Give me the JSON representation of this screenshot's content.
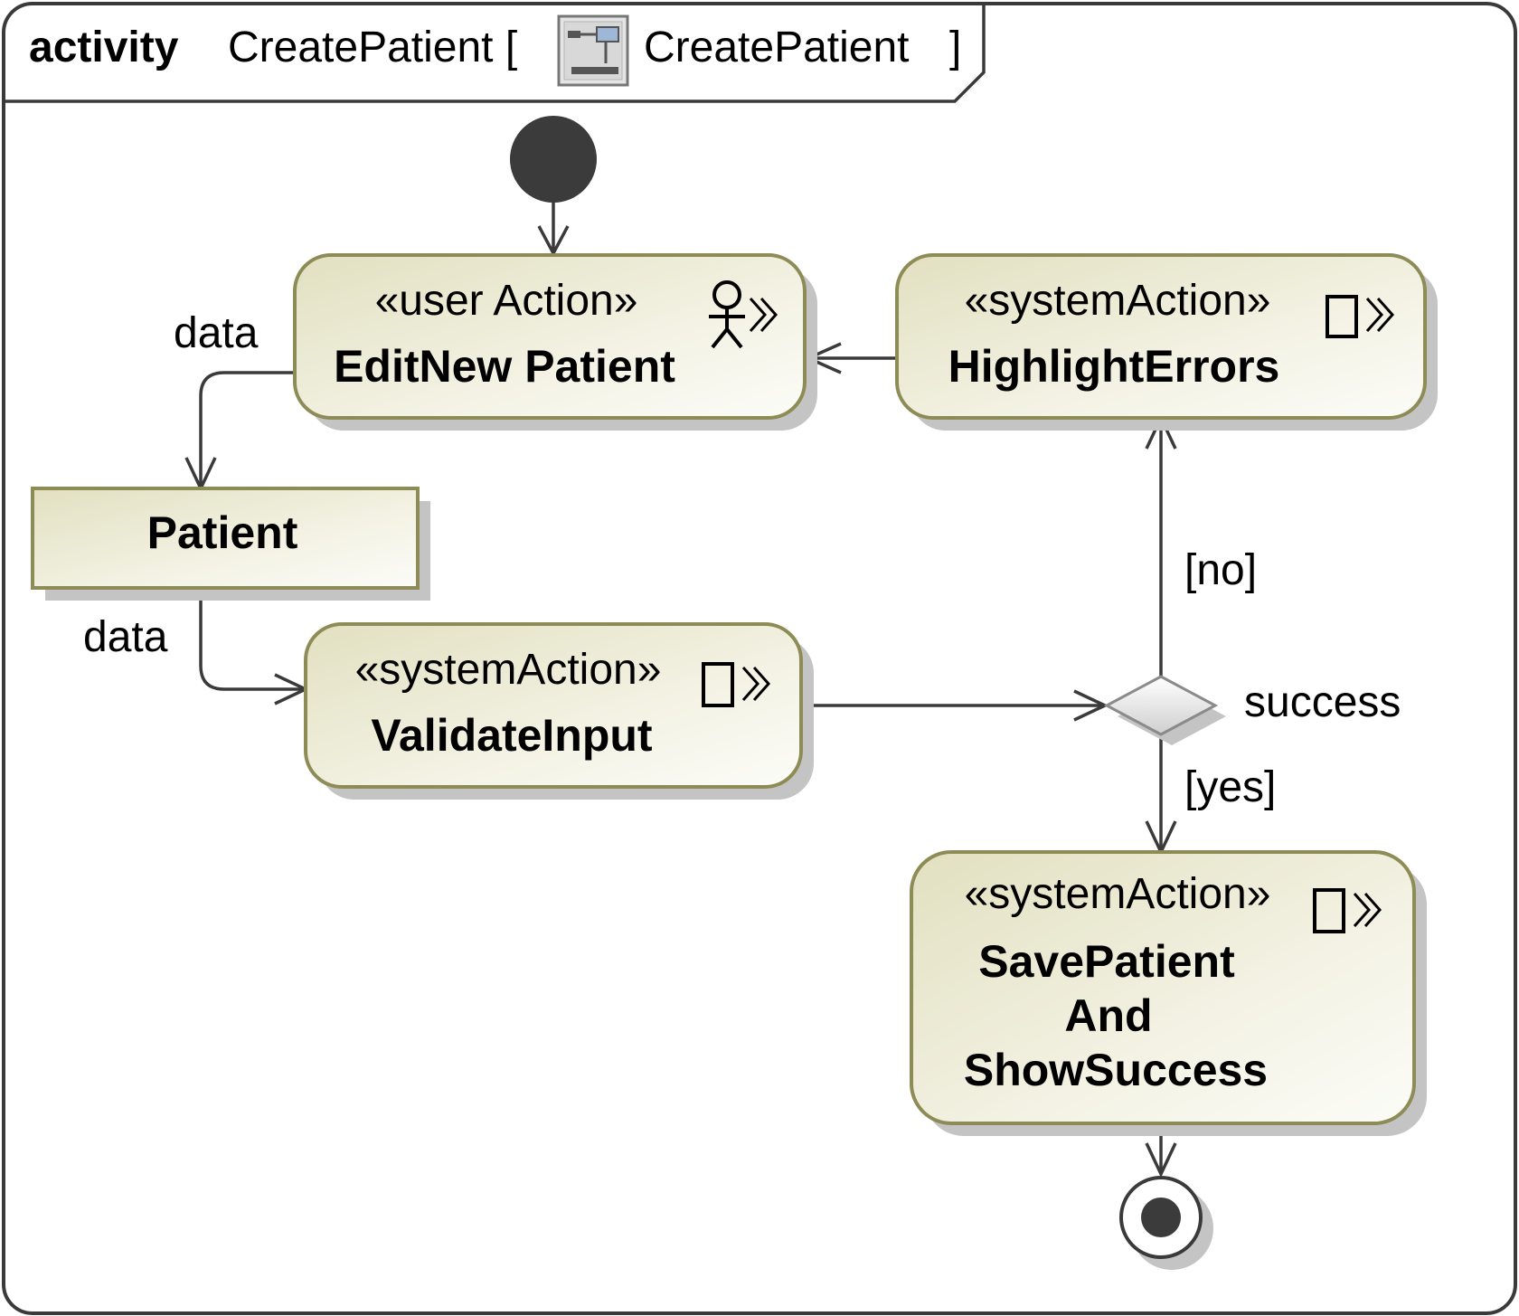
{
  "frame": {
    "keyword": "activity",
    "name": "CreatePatient [",
    "behavior_icon": "activity-diagram-icon",
    "behavior_name": "CreatePatient",
    "close_bracket": "]"
  },
  "actions": {
    "edit_new_patient": {
      "stereotype": "«user Action»",
      "name": "EditNew Patient",
      "icon": "actor-icon"
    },
    "highlight_errors": {
      "stereotype": "«systemAction»",
      "name": "HighlightErrors",
      "icon": "system-action-icon"
    },
    "validate_input": {
      "stereotype": "«systemAction»",
      "name": "ValidateInput",
      "icon": "system-action-icon"
    },
    "save_patient": {
      "stereotype": "«systemAction»",
      "name_lines": [
        "SavePatient",
        "And",
        "ShowSuccess"
      ],
      "icon": "system-action-icon"
    }
  },
  "object_node": {
    "name": "Patient"
  },
  "decision": {
    "label": "success"
  },
  "flows": {
    "edit_to_patient": "data",
    "patient_to_validate": "data",
    "guard_no": "[no]",
    "guard_yes": "[yes]"
  },
  "colors": {
    "node_fill_start": "#e2e0c0",
    "node_fill_end": "#fbfbf6",
    "node_border": "#8e8c56",
    "edge": "#3a3a3a",
    "initial_node": "#3b3b3b"
  }
}
